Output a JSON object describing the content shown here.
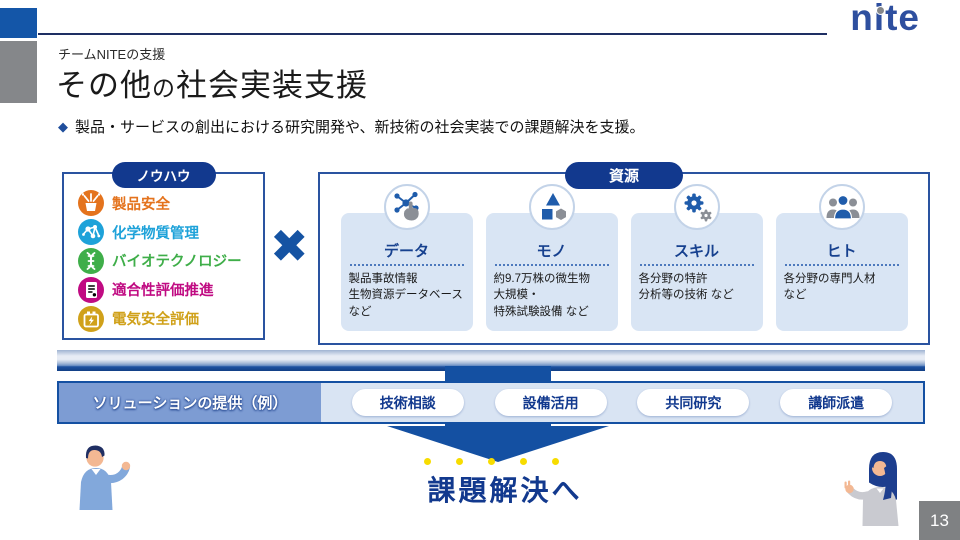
{
  "logo": {
    "text": "nite"
  },
  "header": {
    "eyebrow": "チームNITEの支援",
    "title_part1": "その他",
    "title_no": "の",
    "title_part2": "社会実装支援",
    "bullet_marker": "◆",
    "bullet": "製品・サービスの創出における研究開発や、新技術の社会実装での課題解決を支援。"
  },
  "knowhow": {
    "label": "ノウハウ",
    "items": [
      {
        "label": "製品安全",
        "color": "#e4731d",
        "icon": "product-safety-icon"
      },
      {
        "label": "化学物質管理",
        "color": "#1ea2d9",
        "icon": "chemical-icon"
      },
      {
        "label": "バイオテクノロジー",
        "color": "#3fae49",
        "icon": "dna-icon"
      },
      {
        "label": "適合性評価推進",
        "color": "#c00b82",
        "icon": "document-icon"
      },
      {
        "label": "電気安全評価",
        "color": "#d0a11a",
        "icon": "battery-icon"
      }
    ]
  },
  "cross_symbol": "✖",
  "resources": {
    "label": "資源",
    "cards": [
      {
        "title": "データ",
        "icon": "network-data-icon",
        "lines": [
          "製品事故情報",
          "生物資源データベース",
          "など"
        ]
      },
      {
        "title": "モノ",
        "icon": "shapes-icon",
        "lines": [
          "約9.7万株の微生物",
          "大規模・",
          "特殊試験設備 など"
        ]
      },
      {
        "title": "スキル",
        "icon": "gears-icon",
        "lines": [
          "各分野の特許",
          "分析等の技術 など"
        ]
      },
      {
        "title": "ヒト",
        "icon": "people-icon",
        "lines": [
          "各分野の専門人材",
          "など"
        ]
      }
    ]
  },
  "solutions": {
    "label": "ソリューションの提供（例）",
    "items": [
      "技術相談",
      "設備活用",
      "共同研究",
      "講師派遣"
    ]
  },
  "conclusion": "課題解決へ",
  "page_number": "13",
  "colors": {
    "primary_navy": "#12398e",
    "box_border_blue": "#2a53a0",
    "arrow_blue": "#1450a2",
    "card_bg": "#d9e5f4",
    "solution_header_bg": "#7d9cd3",
    "solution_body_bg": "#d9e4f3",
    "yellow_dot": "#f7dc00",
    "logo_blue": "#2e4f9f",
    "icon_blue": "#1f5cab",
    "icon_gray": "#8b8f96",
    "top_square_blue": "#1456a8",
    "top_square_gray": "#85878a",
    "page_box_gray": "#7f8183"
  }
}
